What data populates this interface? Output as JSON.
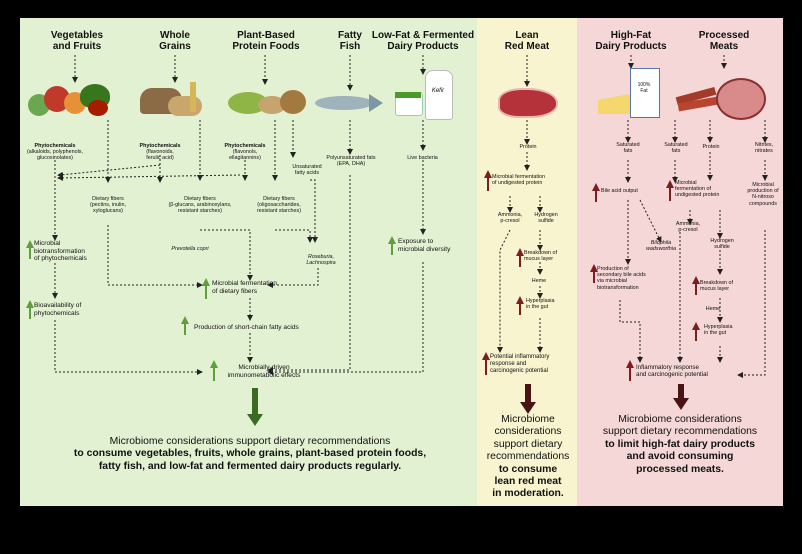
{
  "colors": {
    "green_panel": "#e3f1d3",
    "yellow_panel": "#f7f4cf",
    "pink_panel": "#f4d7d6",
    "green_arrow": "#5e9e3c",
    "red_arrow": "#7a1e1e",
    "dark_green": "#3b6b22"
  },
  "headers": {
    "veg": "Vegetables\nand Fruits",
    "grains": "Whole\nGrains",
    "plant": "Plant-Based\nProtein Foods",
    "fish": "Fatty\nFish",
    "dairy": "Low-Fat & Fermented\nDairy Products",
    "redmeat": "Lean\nRed Meat",
    "highfat": "High-Fat\nDairy Products",
    "processed": "Processed\nMeats"
  },
  "images": {
    "kefir": "Kefir",
    "milk_carton": "100%\nFat",
    "cheese": ""
  },
  "green": {
    "phyto_veg_title": "Phytochemicals",
    "phyto_veg_sub": "(alkaloids, polyphenols,\nglucosinolates)",
    "phyto_grain_title": "Phytochemicals",
    "phyto_grain_sub": "(flavonoids,\nferulic acid)",
    "phyto_plant_title": "Phytochemicals",
    "phyto_plant_sub": "(flavonols,\nellagitannins)",
    "pufa_title": "Polyunsaturated fats",
    "pufa_sub": "(EPA, DHA)",
    "live_bacteria": "Live bacteria",
    "unsat_fat": "Unsaturated\nfatty acids",
    "fiber_veg_title": "Dietary fibers",
    "fiber_veg_sub": "(pectins, inulin,\nxyloglucans)",
    "fiber_grain_title": "Dietary fibers",
    "fiber_grain_sub": "(β-glucans, arabinoxylans,\nresistant starches)",
    "fiber_plant_title": "Dietary fibers",
    "fiber_plant_sub": "(oligosaccharides,\nresistant starches)",
    "prevotella": "Prevotella copri",
    "roseburia": "Roseburia,\nLachnospira",
    "microbial_biotrans": "Microbial\nbiotransformation\nof phytochemicals",
    "bioavailability": "Bioavailability of\nphytochemicals",
    "exposure": "Exposure to\nmicrobial diversity",
    "fermentation": "Microbial fermentation\nof dietary fibers",
    "scfa": "Production of short-chain fatty acids",
    "immuno": "Microbially-driven\nimmunometabolic effects",
    "footer_line1": "Microbiome considerations support dietary recommendations",
    "footer_line2": "to consume vegetables, fruits, whole grains, plant-based protein foods,",
    "footer_line3": "fatty fish, and low-fat and fermented dairy products regularly."
  },
  "yellow": {
    "protein": "Protein",
    "fermentation": "Microbial fermentation\nof undigested protein",
    "ammonia": "Ammonia,\np-cresol",
    "h2s": "Hydrogen\nsulfide",
    "mucus": "Breakdown of\nmucus layer",
    "heme": "Heme",
    "hyperplasia": "Hyperplasia\nin the gut",
    "inflammatory": "Potential inflammatory\nresponse and\ncarcinogenic potential",
    "footer_line1": "Microbiome",
    "footer_line2": "considerations",
    "footer_line3": "support dietary",
    "footer_line4": "recommendations",
    "footer_line5": "to consume",
    "footer_line6": "lean red meat",
    "footer_line7": "in moderation."
  },
  "pink": {
    "satfat1": "Saturated\nfats",
    "satfat2": "Saturated\nfats",
    "protein": "Protein",
    "nitrites": "Nitrites,\nnitrates",
    "bile": "Bile acid output",
    "fermentation": "Microbial\nfermentation of\nundigested protein",
    "nitroso": "Microbial\nproduction of\nN-nitroso\ncompounds",
    "ammonia": "Ammonia,\np-cresol",
    "bilophila": "Bilophila\nwadsworthia",
    "h2s": "Hydrogen\nsulfide",
    "secondary": "Production of\nsecondary bile acids\nvia microbial\nbiotransformation",
    "mucus": "Breakdown of\nmucus layer",
    "heme": "Heme",
    "hyperplasia": "Hyperplasia\nin the gut",
    "inflammatory": "Inflammatory response\nand carcinogenic potential",
    "footer_line1": "Microbiome considerations",
    "footer_line2": "support dietary recommendations",
    "footer_line3": "to limit high-fat dairy products",
    "footer_line4": "and avoid consuming",
    "footer_line5": "processed meats."
  }
}
